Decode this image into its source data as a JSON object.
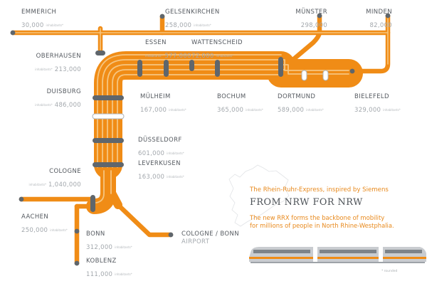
{
  "cities": [
    {
      "key": "emmerich",
      "name": "EMMERICH",
      "pop": "30,000"
    },
    {
      "key": "gelsenkirchen",
      "name": "GELSENKIRCHEN",
      "pop": "258,000"
    },
    {
      "key": "munster",
      "name": "MÜNSTER",
      "pop": "298,000"
    },
    {
      "key": "minden",
      "name": "MINDEN",
      "pop": "82,000"
    },
    {
      "key": "essen",
      "name": "ESSEN",
      "pop": "577,000"
    },
    {
      "key": "wattenscheid",
      "name": "WATTENSCHEID",
      "pop": "72,000"
    },
    {
      "key": "oberhausen",
      "name": "OBERHAUSEN",
      "pop": "213,000"
    },
    {
      "key": "duisburg",
      "name": "DUISBURG",
      "pop": "486,000"
    },
    {
      "key": "mulheim",
      "name": "MÜLHEIM",
      "pop": "167,000"
    },
    {
      "key": "bochum",
      "name": "BOCHUM",
      "pop": "365,000"
    },
    {
      "key": "dortmund",
      "name": "DORTMUND",
      "pop": "589,000"
    },
    {
      "key": "bielefeld",
      "name": "BIELEFELD",
      "pop": "329,000"
    },
    {
      "key": "dusseldorf",
      "name": "DÜSSELDORF",
      "pop": "601,000"
    },
    {
      "key": "leverkusen",
      "name": "LEVERKUSEN",
      "pop": "163,000"
    },
    {
      "key": "cologne",
      "name": "COLOGNE",
      "pop": "1,040,000"
    },
    {
      "key": "aachen",
      "name": "AACHEN",
      "pop": "250,000"
    },
    {
      "key": "bonn",
      "name": "BONN",
      "pop": "312,000"
    },
    {
      "key": "koblenz",
      "name": "KOBLENZ",
      "pop": "111,000"
    },
    {
      "key": "cologne_bonn",
      "name": "COLOGNE / BONN",
      "sub": "AIRPORT"
    }
  ],
  "population_unit": "inhabitants*",
  "info": {
    "tagline": "The Rhein-Ruhr-Express, inspired by Siemens",
    "headline": "FROM NRW FOR NRW",
    "body_line1": "The new RRX forms the backbone of mobility",
    "body_line2": "for millions of people in North Rhine-Westphalia."
  },
  "footnote": "* rounded",
  "colors": {
    "line": "#f08c16",
    "stripe": "#f6c57f",
    "station": "#5f666c",
    "text": "#555a60",
    "muted": "#a3a8ad",
    "accent": "#e8891c"
  }
}
